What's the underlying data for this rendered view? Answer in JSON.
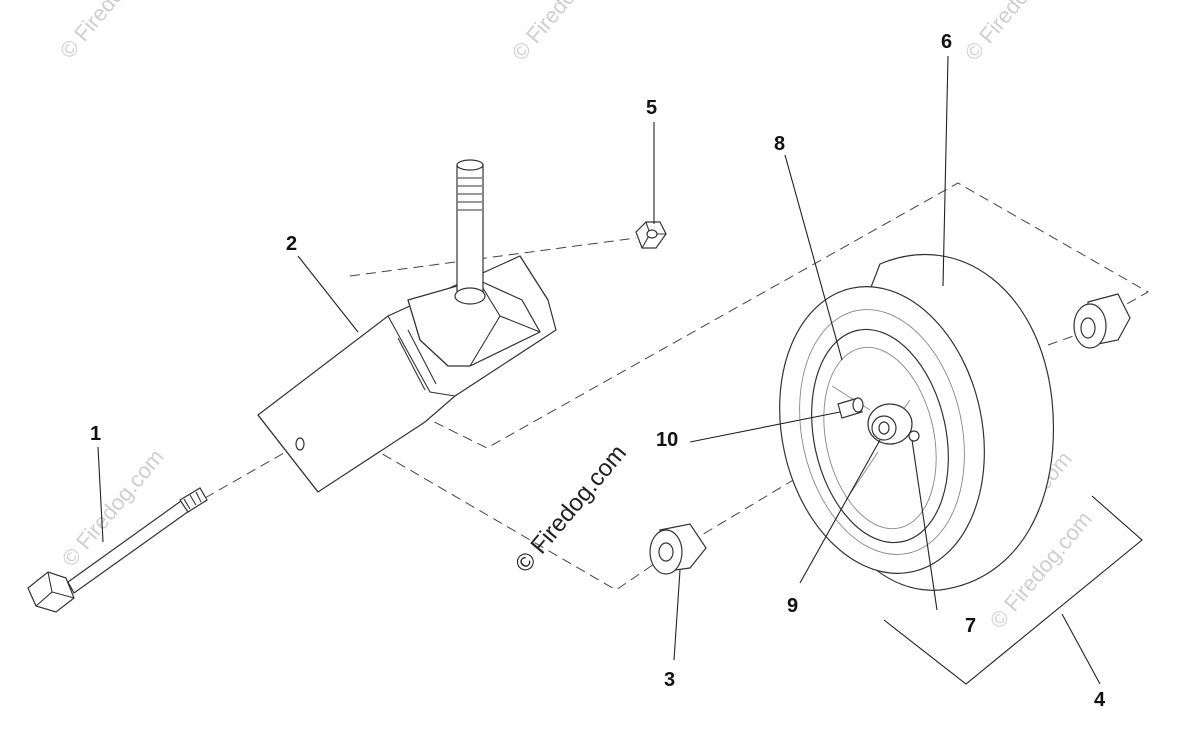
{
  "watermarks": {
    "main": "© Firedog.com",
    "tiles": [
      "© Firedog.com",
      "© Firedog.com",
      "© Firedog.com",
      "© Firedog.com",
      "© Firedog.com",
      "© Firedog.com"
    ]
  },
  "callouts": {
    "c1": "1",
    "c2": "2",
    "c3": "3",
    "c4": "4",
    "c5": "5",
    "c6": "6",
    "c7": "7",
    "c8": "8",
    "c9": "9",
    "c10": "10"
  }
}
